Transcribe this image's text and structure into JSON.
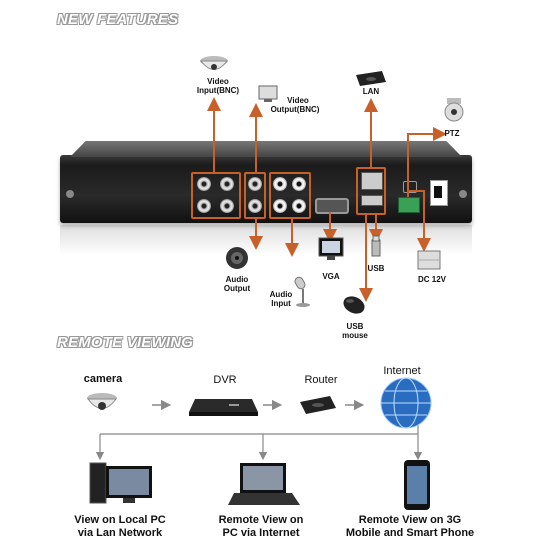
{
  "sections": {
    "new_features": "NEW FEATURES",
    "remote_viewing": "REMOTE VIEWING"
  },
  "dvr_labels": {
    "video_input": [
      "Video",
      "Input(BNC)"
    ],
    "video_output": [
      "Video",
      "Output(BNC)"
    ],
    "lan": "LAN",
    "ptz": "PTZ",
    "audio_output": [
      "Audio",
      "Output"
    ],
    "audio_input": [
      "Audio",
      "Input"
    ],
    "vga": "VGA",
    "usb": "USB",
    "usb_mouse": [
      "USB",
      "mouse"
    ],
    "dc": "DC 12V"
  },
  "flow": {
    "camera": "camera",
    "dvr": "DVR",
    "router": "Router",
    "internet": "Internet"
  },
  "views": {
    "local": [
      "View on Local PC",
      "via Lan Network"
    ],
    "pc": [
      "Remote View on",
      "PC via Internet"
    ],
    "mobile": [
      "Remote View on 3G",
      "Mobile and Smart Phone"
    ]
  },
  "colors": {
    "arrow": "#c8602a",
    "connector": "#888888"
  }
}
